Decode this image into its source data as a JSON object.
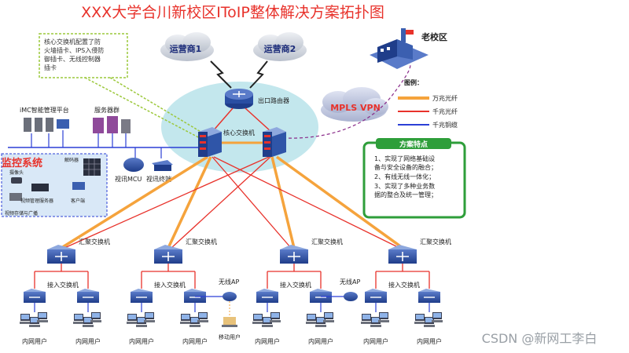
{
  "title": "XXX大学合川新校区IToIP整体解决方案拓扑图",
  "isp": [
    "运营商1",
    "运营商2"
  ],
  "core_note": "核心交换机配置了防火墙插卡、IPS入侵防御插卡、无线控制器插卡",
  "core_note_lines": [
    "核心交换机配置了防",
    "火墙插卡、IPS入侵防",
    "御插卡、无线控制器",
    "插卡"
  ],
  "exit_router": "出口路由器",
  "core_switch": "核心交换机",
  "mpls": "MPLS VPN",
  "old_campus": "老校区",
  "imc": "iMC智能管理平台",
  "server_group": "服务器群",
  "monitor": {
    "title": "监控系统",
    "labels": {
      "video_wall": "解码器",
      "camera": "摄像头",
      "storage": "视频管理服务器",
      "client": "客户端",
      "dvr": "视频存储与广播"
    }
  },
  "video_mcu": "视讯MCU",
  "video_terminal": "视讯终端",
  "legend": {
    "title": "图例：",
    "items": [
      {
        "label": "万兆光纤",
        "color": "#f5a33c"
      },
      {
        "label": "千兆光纤",
        "color": "#e8322b"
      },
      {
        "label": "千兆铜缆",
        "color": "#2b3fd6"
      }
    ]
  },
  "features": {
    "title": "方案特点",
    "items": [
      "1、实现了网络基础设备与安全设备的融合；",
      "2、有线无线一体化；",
      "3、实现了多种业务数据的整合及统一管理；"
    ],
    "lines": [
      "1、实现了网络基础设",
      "备与安全设备的融合；",
      "2、有线无线一体化；",
      "3、实现了多种业务数",
      "据的整合及统一管理；"
    ]
  },
  "aggregation_label": "汇聚交换机",
  "access_label": "接入交换机",
  "wireless_ap": "无线AP",
  "mobile_user": "移动用户",
  "intranet_user": "内网用户",
  "watermark": "CSDN @新网工李白",
  "colors": {
    "title": "#e8322b",
    "ten_gig": "#f5a33c",
    "gig_fiber": "#e8322b",
    "gig_copper": "#2b3fd6",
    "feature_border": "#2e9e3a",
    "cloud": "#c9cfd8",
    "core_ellipse": "#b8e3ea"
  }
}
